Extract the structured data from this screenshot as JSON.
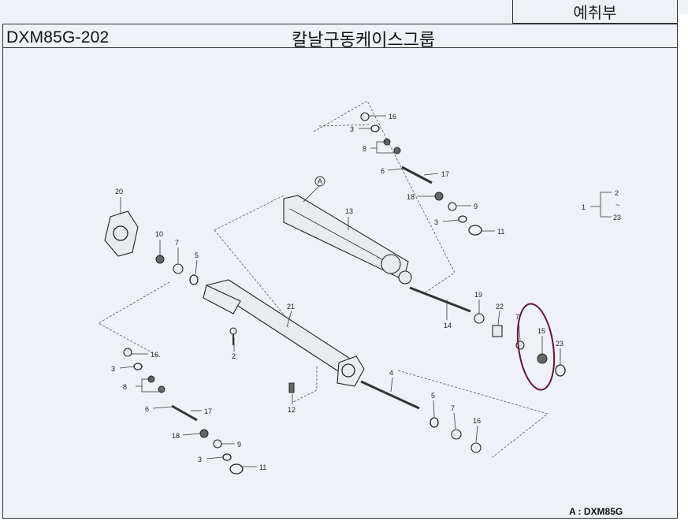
{
  "header": {
    "category": "예취부",
    "model_code": "DXM85G-202",
    "title": "칼날구동케이스그룹"
  },
  "footnote": "A : DXM85G",
  "callouts": {
    "A": "A",
    "p1": "1",
    "p2": "2",
    "p3": "3",
    "p4": "4",
    "p5": "5",
    "p6": "6",
    "p7": "7",
    "p8": "8",
    "p9": "9",
    "p10": "10",
    "p11": "11",
    "p12": "12",
    "p13": "13",
    "p14": "14",
    "p15": "15",
    "p16": "16",
    "p17": "17",
    "p18": "18",
    "p19": "19",
    "p20": "20",
    "p21": "21",
    "p22": "22",
    "p23": "23",
    "range_tilde": "~"
  }
}
